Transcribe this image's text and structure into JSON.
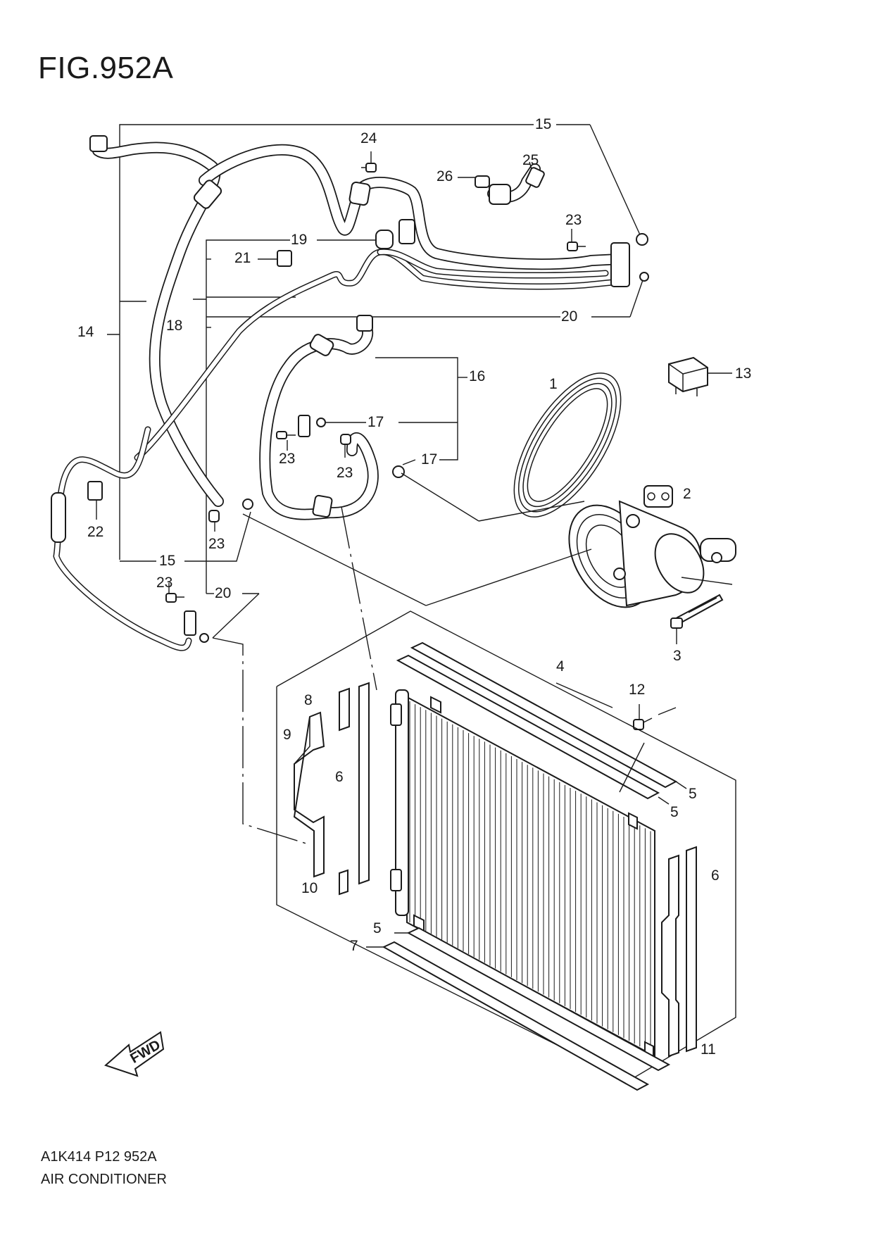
{
  "figure": {
    "title": "FIG.952A",
    "code": "A1K414 P12 952A",
    "name": "AIR CONDITIONER"
  },
  "fwd_badge": "FWD",
  "callouts": [
    {
      "id": "c1",
      "label": "1"
    },
    {
      "id": "c2",
      "label": "2"
    },
    {
      "id": "c3",
      "label": "3"
    },
    {
      "id": "c4",
      "label": "4"
    },
    {
      "id": "c5a",
      "label": "5"
    },
    {
      "id": "c5b",
      "label": "5"
    },
    {
      "id": "c5c",
      "label": "5"
    },
    {
      "id": "c6a",
      "label": "6"
    },
    {
      "id": "c6b",
      "label": "6"
    },
    {
      "id": "c7",
      "label": "7"
    },
    {
      "id": "c8",
      "label": "8"
    },
    {
      "id": "c9",
      "label": "9"
    },
    {
      "id": "c10",
      "label": "10"
    },
    {
      "id": "c11",
      "label": "11"
    },
    {
      "id": "c12",
      "label": "12"
    },
    {
      "id": "c13",
      "label": "13"
    },
    {
      "id": "c14",
      "label": "14"
    },
    {
      "id": "c15a",
      "label": "15"
    },
    {
      "id": "c15b",
      "label": "15"
    },
    {
      "id": "c16",
      "label": "16"
    },
    {
      "id": "c17a",
      "label": "17"
    },
    {
      "id": "c17b",
      "label": "17"
    },
    {
      "id": "c18",
      "label": "18"
    },
    {
      "id": "c19",
      "label": "19"
    },
    {
      "id": "c20a",
      "label": "20"
    },
    {
      "id": "c20b",
      "label": "20"
    },
    {
      "id": "c21",
      "label": "21"
    },
    {
      "id": "c22",
      "label": "22"
    },
    {
      "id": "c23a",
      "label": "23"
    },
    {
      "id": "c23b",
      "label": "23"
    },
    {
      "id": "c23c",
      "label": "23"
    },
    {
      "id": "c23d",
      "label": "23"
    },
    {
      "id": "c23e",
      "label": "23"
    },
    {
      "id": "c24",
      "label": "24"
    },
    {
      "id": "c25",
      "label": "25"
    },
    {
      "id": "c26",
      "label": "26"
    }
  ]
}
